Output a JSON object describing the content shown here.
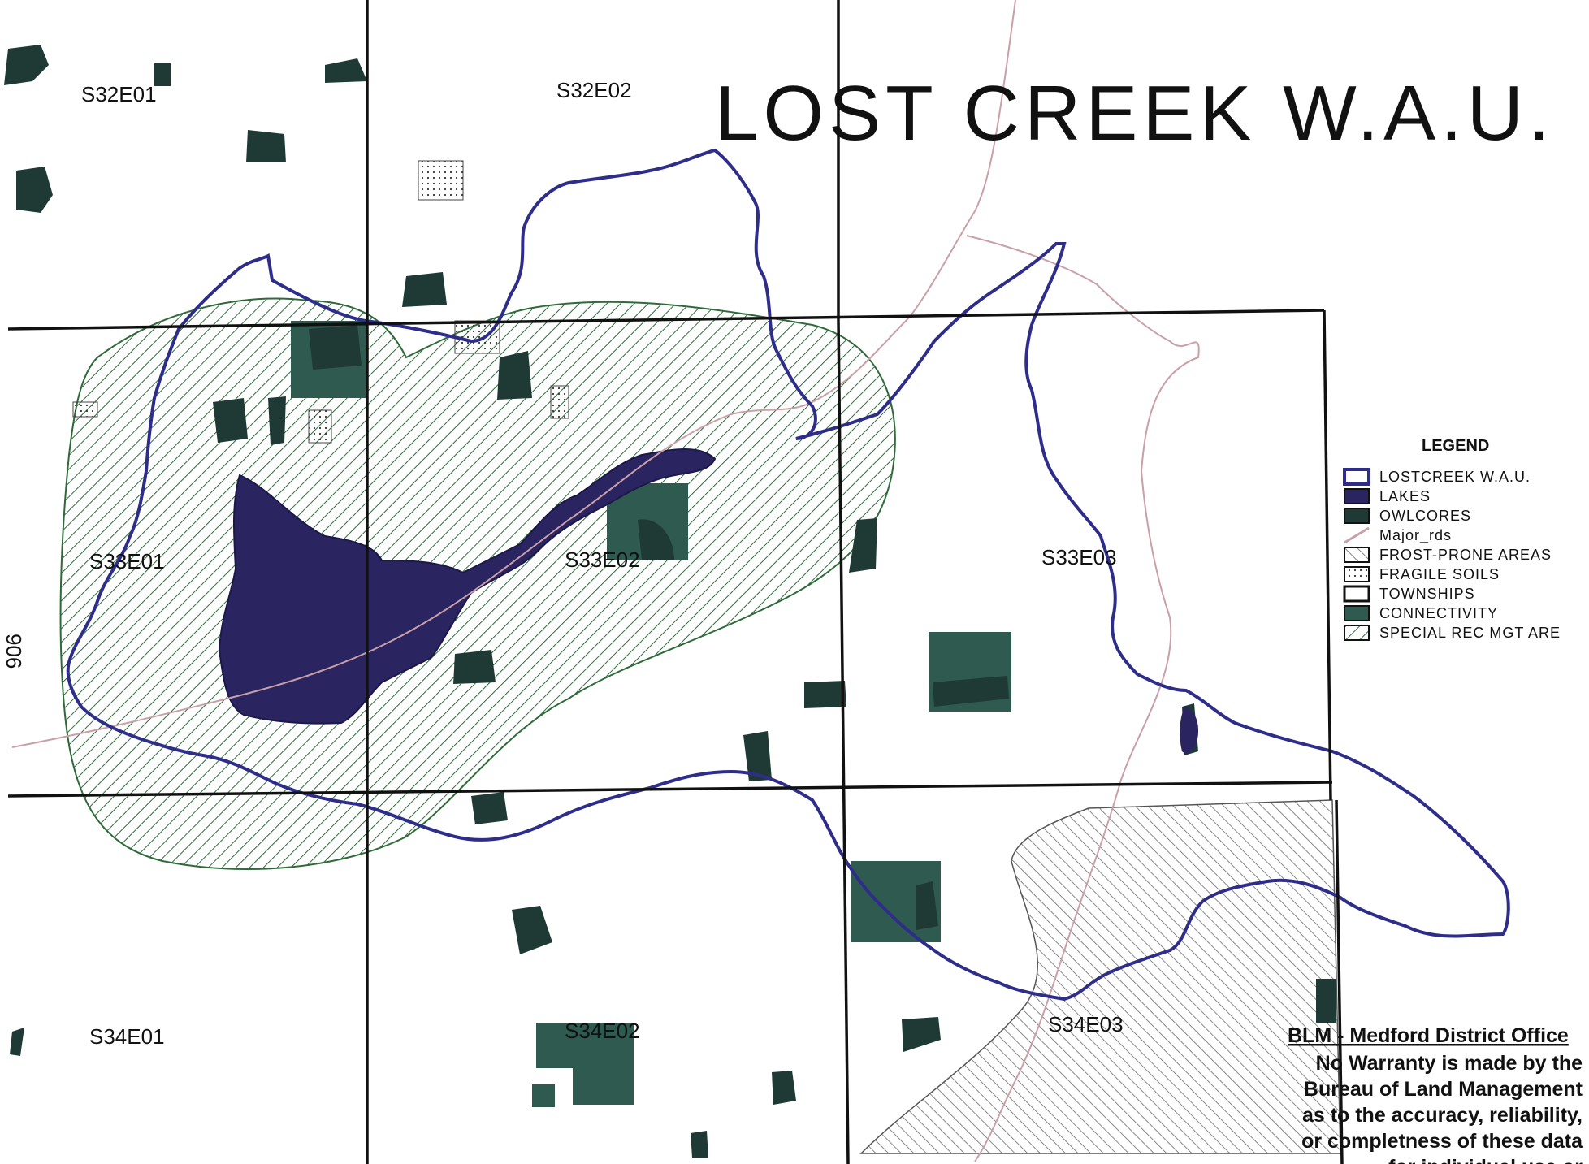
{
  "map": {
    "title": "LOST CREEK W.A.U.",
    "road_label": "906",
    "townships": [
      "S32E01",
      "S32E02",
      "S33E01",
      "S33E02",
      "S33E03",
      "S34E01",
      "S34E02",
      "S34E03"
    ]
  },
  "legend": {
    "title": "LEGEND",
    "items": [
      {
        "label": "LOSTCREEK W.A.U.",
        "swatch": "boundary"
      },
      {
        "label": "LAKES",
        "swatch": "lake"
      },
      {
        "label": "OWLCORES",
        "swatch": "owlcore"
      },
      {
        "label": "Major_rds",
        "swatch": "road"
      },
      {
        "label": "FROST-PRONE AREAS",
        "swatch": "frost"
      },
      {
        "label": "FRAGILE SOILS",
        "swatch": "fragile"
      },
      {
        "label": "TOWNSHIPS",
        "swatch": "township"
      },
      {
        "label": "CONNECTIVITY",
        "swatch": "connectivity"
      },
      {
        "label": "SPECIAL REC MGT ARE",
        "swatch": "specialrec"
      }
    ]
  },
  "disclaimer": {
    "office": "BLM - Medford District Office",
    "lines": [
      "No Warranty is made by the",
      "Bureau of Land Management",
      "as to the accuracy, reliability,",
      "or completness of these data",
      "for individual use or"
    ]
  },
  "colors": {
    "boundary": "#2e2e8a",
    "lake": "#2a2560",
    "owlcore": "#1f3a34",
    "connectivity": "#2f5a50",
    "special_rec_hatch": "#2f6a3a",
    "frost_hatch": "#6a6a6a",
    "road": "#c9a0a8",
    "township_line": "#111111"
  }
}
